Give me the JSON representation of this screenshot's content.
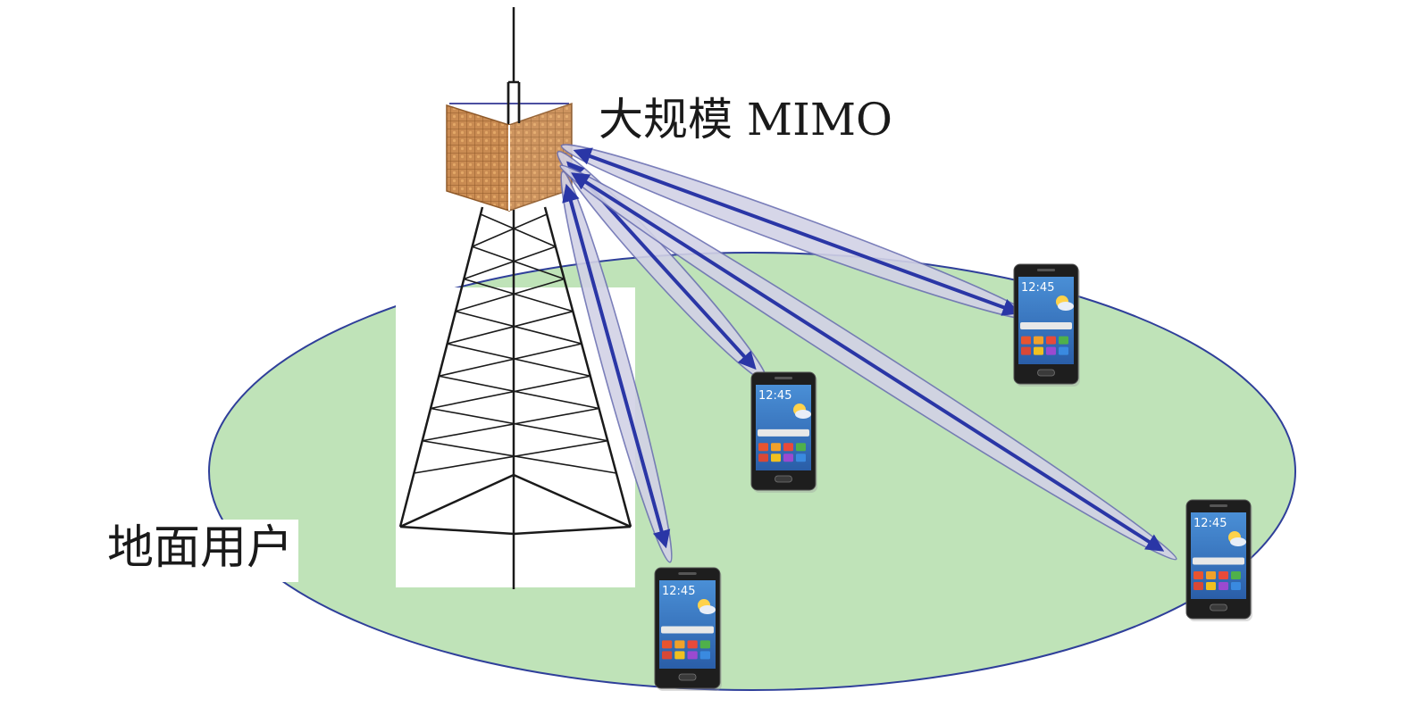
{
  "labels": {
    "antenna": "大规模 MIMO",
    "users": "地面用户"
  },
  "phone": {
    "clock_text": "12:45"
  },
  "colors": {
    "ground_fill": "#bfe3b8",
    "ground_stroke": "#2f3f9a",
    "beam_fill": "#d2d2e6",
    "beam_stroke": "#6d72b3",
    "arrow": "#2a36a6",
    "panel_front": "#c98b52",
    "panel_side": "#b7793f",
    "panel_grid": "#8f5a2a",
    "tower": "#1a1a1a"
  }
}
